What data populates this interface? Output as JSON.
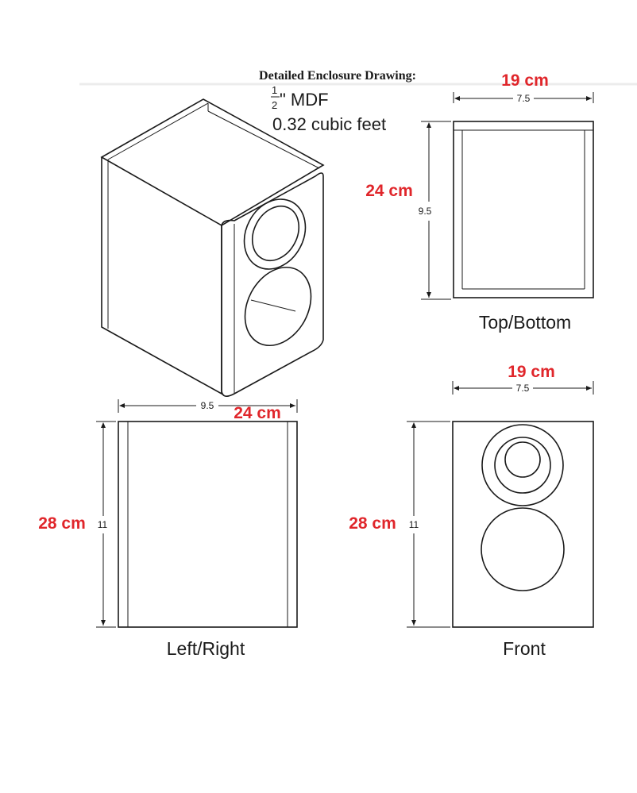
{
  "title": "Detailed Enclosure Drawing:",
  "material": {
    "fraction_numerator": "1",
    "fraction_denominator": "2",
    "suffix": "\" MDF"
  },
  "volume": "0.32 cubic feet",
  "views": {
    "top_bottom": {
      "label": "Top/Bottom",
      "width_dim": "7.5",
      "depth_dim": "9.5",
      "width_metric": "19 cm",
      "depth_metric": "24 cm"
    },
    "left_right": {
      "label": "Left/Right",
      "width_dim": "9.5",
      "height_dim": "11",
      "width_metric": "24 cm",
      "height_metric": "28 cm"
    },
    "front": {
      "label": "Front",
      "width_dim": "7.5",
      "height_dim": "11",
      "width_metric": "19 cm",
      "height_metric": "28 cm"
    }
  },
  "colors": {
    "lines": "#1a1a1a",
    "metric_annotations": "#e0262b"
  }
}
